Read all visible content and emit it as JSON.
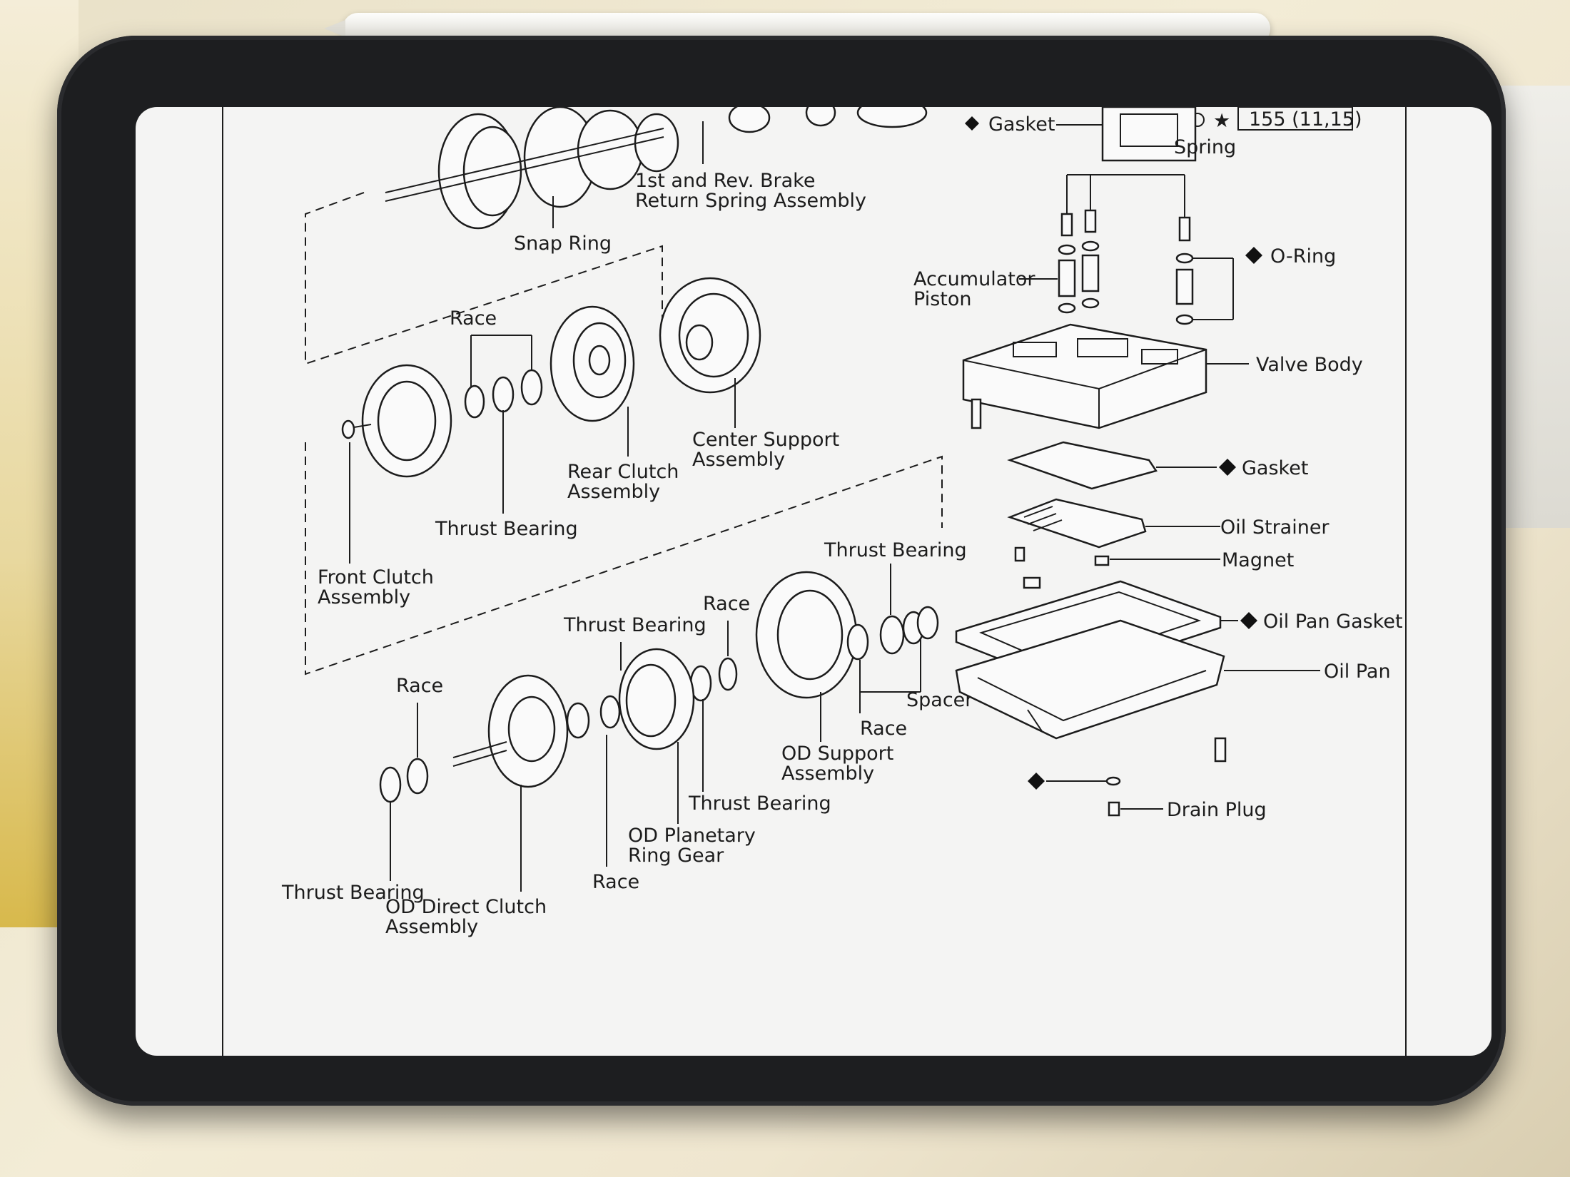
{
  "page_ref": "155 (11,15)",
  "labels": {
    "reverse_brake": [
      "1st and Rev. Brake",
      "Return Spring Assembly"
    ],
    "snap_ring": "Snap Ring",
    "race_top": "Race",
    "center_support": [
      "Center Support",
      "Assembly"
    ],
    "rear_clutch": [
      "Rear Clutch",
      "Assembly"
    ],
    "thrust_bearing_top": "Thrust Bearing",
    "front_clutch": [
      "Front Clutch",
      "Assembly"
    ],
    "thrust_bearing_right": "Thrust Bearing",
    "race_mid": "Race",
    "thrust_bearing_mid": "Thrust Bearing",
    "race_left": "Race",
    "spacer": "Spacer",
    "race_od": "Race",
    "od_support": [
      "OD Support",
      "Assembly"
    ],
    "thrust_bearing_low": "Thrust Bearing",
    "od_planetary": [
      "OD Planetary",
      "Ring Gear"
    ],
    "race_bottom": "Race",
    "thrust_bearing_bottom": "Thrust Bearing",
    "od_direct_clutch": [
      "OD Direct Clutch",
      "Assembly"
    ],
    "gasket_top": "Gasket",
    "spring": "Spring",
    "o_ring": "O-Ring",
    "accumulator_piston": [
      "Accumulator",
      "Piston"
    ],
    "valve_body": "Valve Body",
    "gasket_mid": "Gasket",
    "oil_strainer": "Oil Strainer",
    "magnet": "Magnet",
    "oil_pan_gasket": "Oil Pan Gasket",
    "oil_pan": "Oil Pan",
    "drain_plug": "Drain Plug"
  }
}
